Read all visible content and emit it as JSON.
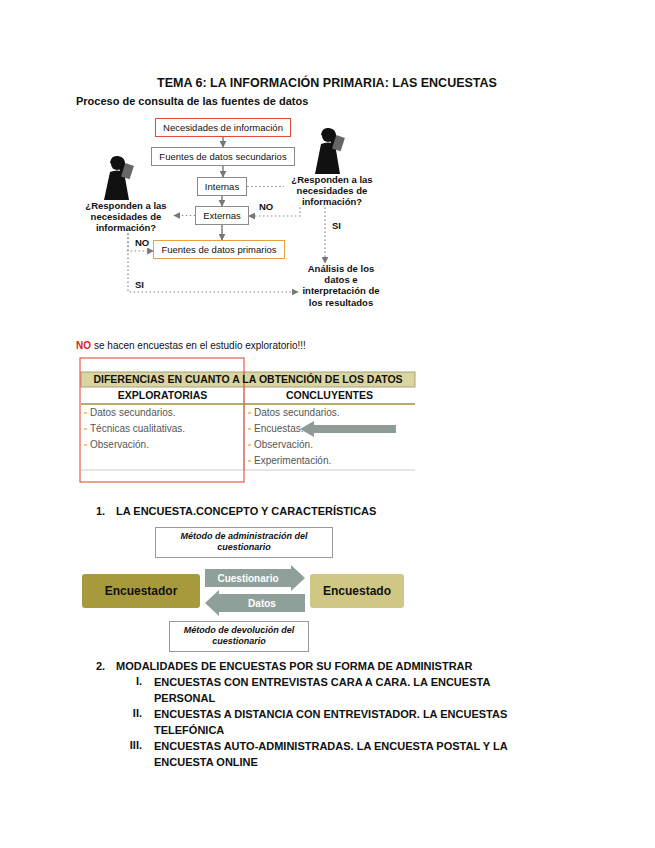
{
  "diagram": {
    "title": "TEMA 6: LA INFORMACIÓN PRIMARIA: LAS ENCUESTAS",
    "nodes": [
      {
        "text": [
          "Necesidades de información"
        ]
      },
      {
        "text": [
          "Fuentes de datos secundarios"
        ]
      },
      {
        "text": [
          "Internas"
        ]
      },
      {
        "text": [
          "Externas"
        ]
      },
      {
        "text": [
          "Fuentes de datos primarios"
        ]
      },
      {
        "text": [
          "¿Responden a las necesidades de información?"
        ]
      },
      {
        "text": [
          "¿Responden a las necesidades de información?"
        ]
      },
      {
        "text": [
          "Análisis de los datos e interpretación de los resultados"
        ]
      },
      {
        "text": [
          "Método de administración del cuestionario"
        ]
      },
      {
        "text": [
          "Encuestador"
        ]
      },
      {
        "text": [
          "Encuestado"
        ]
      },
      {
        "text": [
          "Método de devolución del cuestionario"
        ]
      }
    ],
    "edges": [
      {
        "from": 0,
        "to": 1,
        "arrow": "to"
      },
      {
        "from": 1,
        "to": 2,
        "arrow": "to"
      },
      {
        "from": 2,
        "to": 3,
        "arrow": "to"
      },
      {
        "from": 2,
        "to": 5,
        "arrow": "none"
      },
      {
        "from": 5,
        "to": 3,
        "label": "NO",
        "arrow": "to"
      },
      {
        "from": 5,
        "to": 7,
        "label": "SI",
        "arrow": "to"
      },
      {
        "from": 3,
        "to": 6,
        "arrow": "to"
      },
      {
        "from": 3,
        "to": 4,
        "arrow": "to"
      },
      {
        "from": 6,
        "to": 4,
        "label": "NO",
        "arrow": "to"
      },
      {
        "from": 6,
        "to": 7,
        "label": "SI",
        "arrow": "to"
      },
      {
        "from": 9,
        "to": 10,
        "label": "Cuestionario",
        "arrow": "to"
      },
      {
        "from": 10,
        "to": 9,
        "label": "Datos",
        "arrow": "to"
      }
    ],
    "labels": [
      "Proceso de consulta de las fuentes de datos",
      "NO",
      "se hacen encuestas en el estudio exploratorio!!!",
      "DIFERENCIAS EN CUANTO A LA OBTENCIÓN DE LOS DATOS",
      "EXPLORATORIAS",
      "CONCLUYENTES",
      "Datos secundarios.",
      "Técnicas cualitativas.",
      "Observación.",
      "Datos secundarios.",
      "Encuestas.",
      "Observación.",
      "Experimentación.",
      "1.",
      "LA ENCUESTA.CONCEPTO Y CARACTERÍSTICAS",
      "2.",
      "MODALIDADES DE ENCUESTAS POR SU FORMA DE ADMINISTRAR",
      "I.",
      "ENCUESTAS CON ENTREVISTAS CARA A CARA. LA ENCUESTA PERSONAL",
      "II.",
      "ENCUESTAS A DISTANCIA CON ENTREVISTADOR. LA ENCUESTAS TELEFÓNICA",
      "III.",
      "ENCUESTAS AUTO-ADMINISTRADAS. LA ENCUESTA POSTAL Y LA ENCUESTA ONLINE"
    ]
  }
}
